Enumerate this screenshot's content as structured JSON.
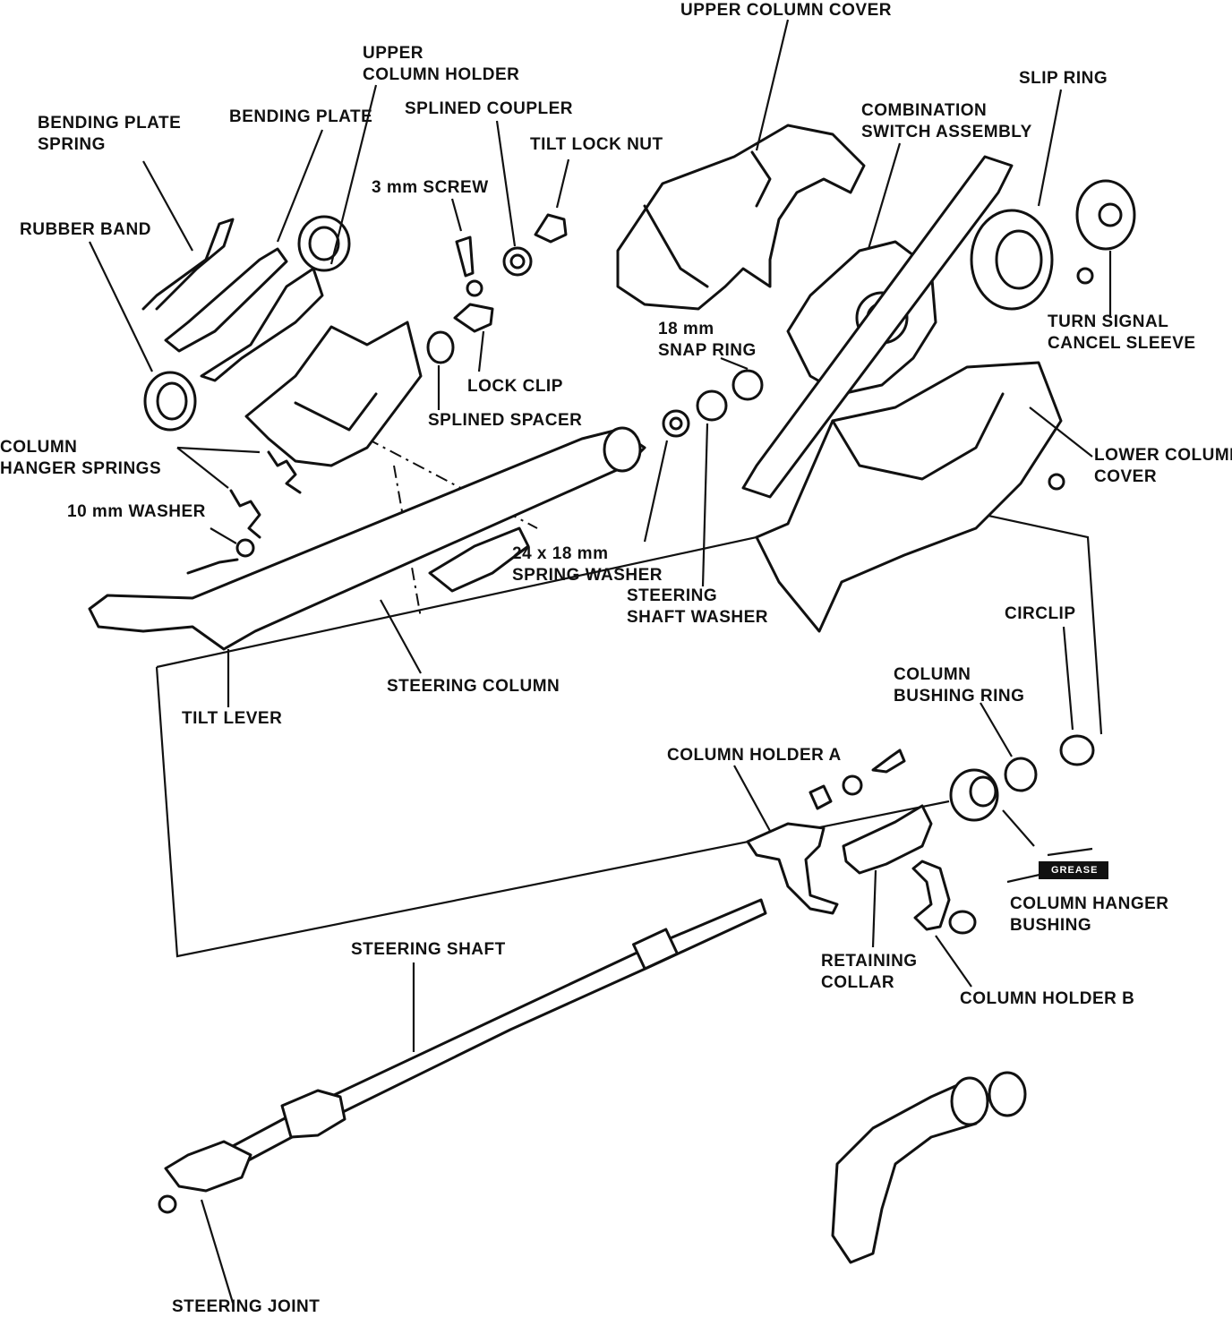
{
  "labels": {
    "upper_column_cover": "UPPER COLUMN COVER",
    "upper_column_holder": "UPPER\nCOLUMN HOLDER",
    "slip_ring": "SLIP RING",
    "bending_plate_spring": "BENDING PLATE\nSPRING",
    "bending_plate": "BENDING PLATE",
    "splined_coupler": "SPLINED COUPLER",
    "combination_switch_assembly": "COMBINATION\nSWITCH ASSEMBLY",
    "tilt_lock_nut": "TILT LOCK NUT",
    "screw_3mm": "3 mm SCREW",
    "rubber_band": "RUBBER BAND",
    "turn_signal_cancel_sleeve": "TURN SIGNAL\nCANCEL SLEEVE",
    "snap_ring_18mm": "18 mm\nSNAP RING",
    "lock_clip": "LOCK CLIP",
    "splined_spacer": "SPLINED SPACER",
    "column_hanger_springs": "COLUMN\nHANGER SPRINGS",
    "lower_column_cover": "LOWER COLUMN\nCOVER",
    "washer_10mm": "10 mm WASHER",
    "spring_washer": "24 x 18 mm\nSPRING WASHER",
    "steering_shaft_washer": "STEERING\nSHAFT WASHER",
    "circlip": "CIRCLIP",
    "steering_column": "STEERING COLUMN",
    "tilt_lever": "TILT LEVER",
    "column_bushing_ring": "COLUMN\nBUSHING RING",
    "column_holder_a": "COLUMN HOLDER A",
    "grease_tag": "GREASE",
    "column_hanger_bushing": "COLUMN HANGER\nBUSHING",
    "steering_shaft": "STEERING SHAFT",
    "retaining_collar": "RETAINING\nCOLLAR",
    "column_holder_b": "COLUMN HOLDER B",
    "steering_joint": "STEERING JOINT"
  }
}
